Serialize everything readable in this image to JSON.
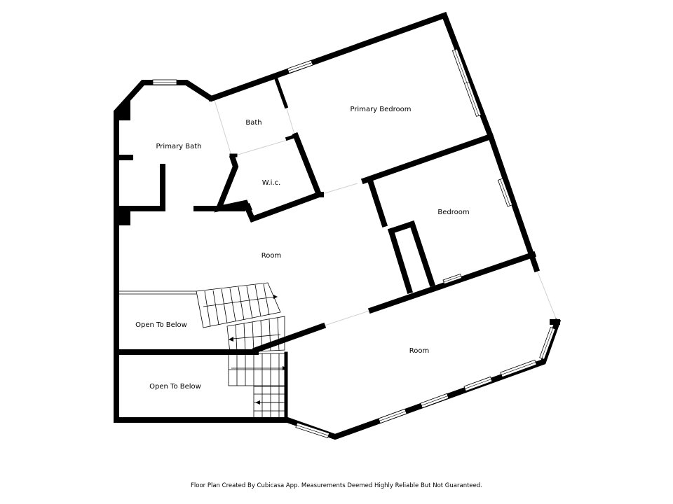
{
  "rooms": {
    "primary_bedroom": "Primary Bedroom",
    "bath": "Bath",
    "primary_bath": "Primary Bath",
    "wic": "W.i.c.",
    "bedroom": "Bedroom",
    "room_upper": "Room",
    "room_lower": "Room",
    "open_below_1": "Open To Below",
    "open_below_2": "Open To Below"
  },
  "footer": {
    "text": "Floor Plan Created By Cubicasa App. Measurements Deemed Highly Reliable But Not Guaranteed."
  }
}
